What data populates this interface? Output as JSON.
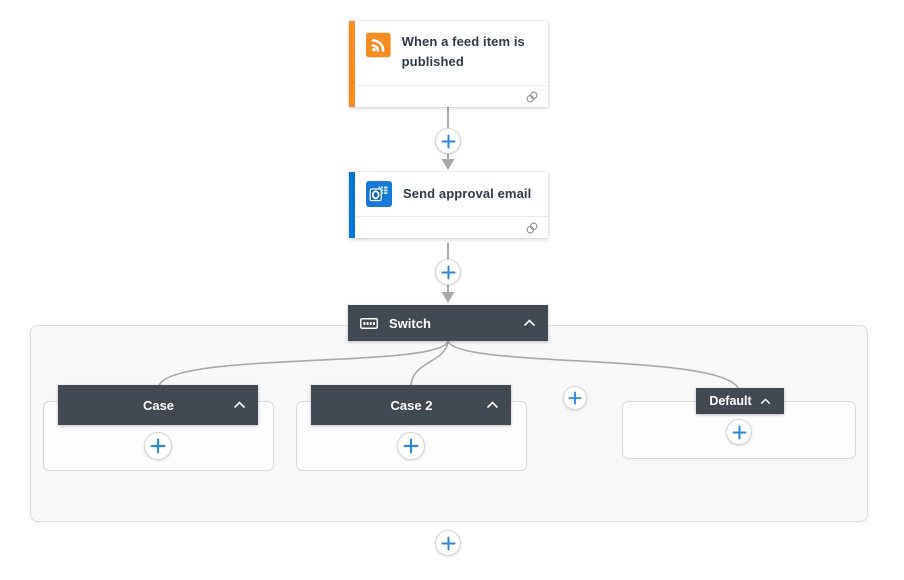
{
  "page": {
    "background": "#ffffff"
  },
  "trigger_card": {
    "title": "When a feed item is published",
    "icon": "rss-icon",
    "accent_color": "#f68b1f",
    "footer_icon": "connections-icon"
  },
  "action_card": {
    "title": "Send approval email",
    "icon": "outlook-icon",
    "accent_color": "#0078d7",
    "footer_icon": "connections-icon"
  },
  "switch_scope": {
    "label": "Switch",
    "icon": "switch-icon",
    "header_color": "#414953",
    "collapse_icon": "chevron-up-icon",
    "cases": [
      {
        "label": "Case"
      },
      {
        "label": "Case 2"
      }
    ],
    "default_branch": {
      "label": "Default"
    }
  },
  "add_buttons": {
    "icon": "plus-icon",
    "plus_color": "#2b88d8"
  },
  "connector": {
    "color": "#a8a8a8"
  }
}
